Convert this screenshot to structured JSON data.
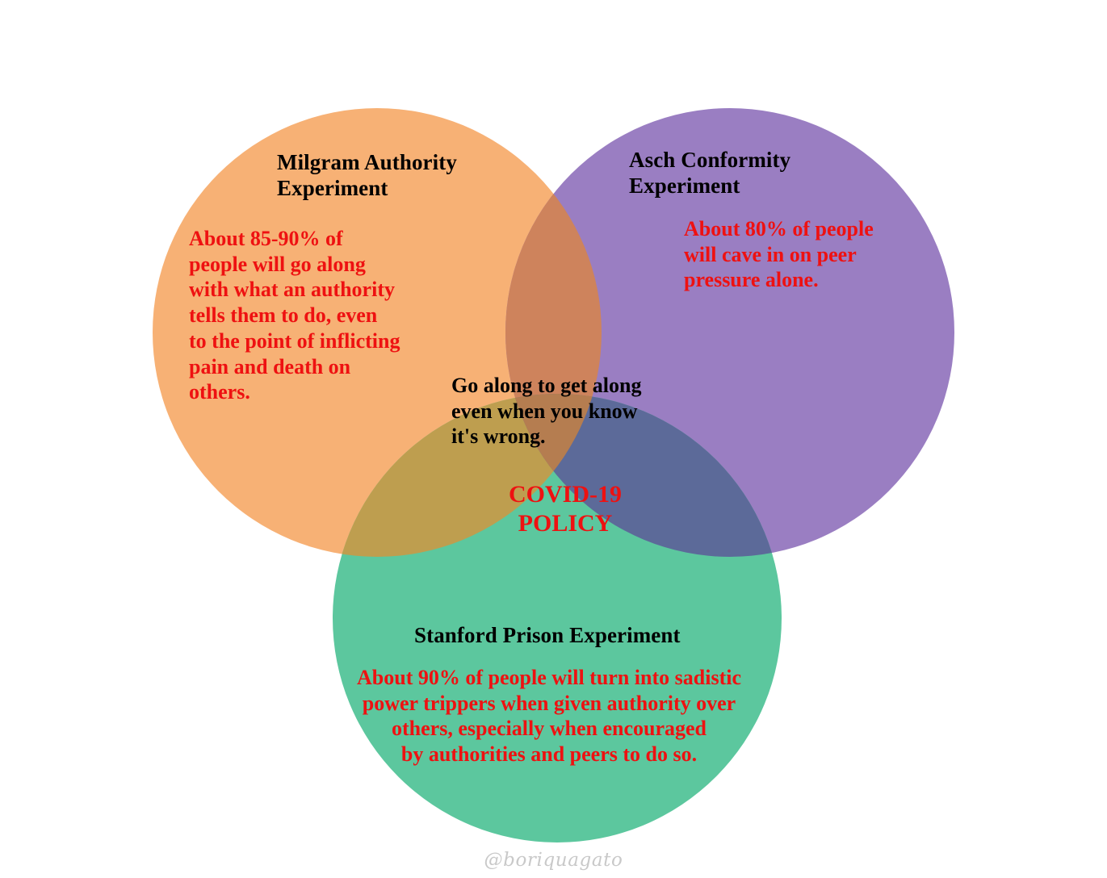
{
  "diagram": {
    "type": "venn-3-circle",
    "watermark": "@boriquagato",
    "background_color": "#ffffff",
    "sets": [
      {
        "id": "milgram",
        "title": "Milgram Authority\nExperiment",
        "body": "About 85-90% of\npeople will go along\nwith what an authority\ntells them to do, even\nto the point of inflicting\npain and death on\nothers.",
        "fill_color": "#f7b175",
        "title_color": "#000000",
        "body_color": "#ee1111",
        "position": "top-left"
      },
      {
        "id": "asch",
        "title": "Asch Conformity\nExperiment",
        "body": "About 80% of people\nwill cave in on peer\npressure alone.",
        "fill_color": "#9a7ec2",
        "title_color": "#000000",
        "body_color": "#ee1111",
        "position": "top-right"
      },
      {
        "id": "stanford",
        "title": "Stanford Prison Experiment",
        "body": "About 90% of people will turn into sadistic\npower trippers when given authority over\nothers, especially when encouraged\nby  authorities and peers to do so.",
        "fill_color": "#5cc79e",
        "title_color": "#000000",
        "body_color": "#ee1111",
        "position": "bottom-center"
      }
    ],
    "intersections": {
      "milgram_asch": {
        "fill_color": "#ce835c"
      },
      "milgram_stanford": {
        "fill_color": "#be9e4f"
      },
      "asch_stanford": {
        "fill_color": "#5c6a99"
      },
      "all_three": {
        "fill_color": "#b57d50",
        "caption": "Go along to get along\neven when you know\nit's wrong.",
        "caption_color": "#000000",
        "highlight": "COVID-19\nPOLICY",
        "highlight_color": "#ee1111"
      }
    }
  }
}
